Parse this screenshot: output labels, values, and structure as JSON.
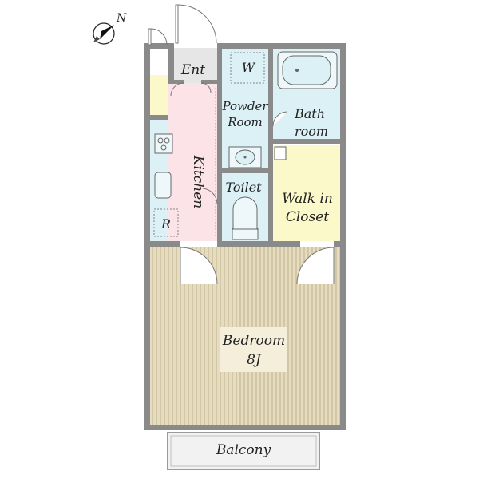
{
  "compass": {
    "north_label": "N",
    "icon": "compass-north-arrow-icon"
  },
  "rooms": {
    "entrance": "Ent",
    "washer": "W",
    "powder_room_line1": "Powder",
    "powder_room_line2": "Room",
    "bathroom_line1": "Bath",
    "bathroom_line2": "room",
    "kitchen": "Kitchen",
    "refrigerator": "R",
    "toilet": "Toilet",
    "closet_line1": "Walk in",
    "closet_line2": "Closet",
    "bedroom_line1": "Bedroom",
    "bedroom_line2": "8J",
    "balcony": "Balcony"
  },
  "colors": {
    "wall": "#8a8a8a",
    "entrance_floor": "#e6e6e6",
    "wet_area": "#dcf1f6",
    "kitchen_floor": "#fbe3e8",
    "closet_floor": "#fbf9c9",
    "bedroom_floor": "#e6dcc0",
    "bedroom_stripe": "#cbbd98",
    "label_panel": "#f4eedb",
    "balcony_floor": "#f2f2f2"
  }
}
